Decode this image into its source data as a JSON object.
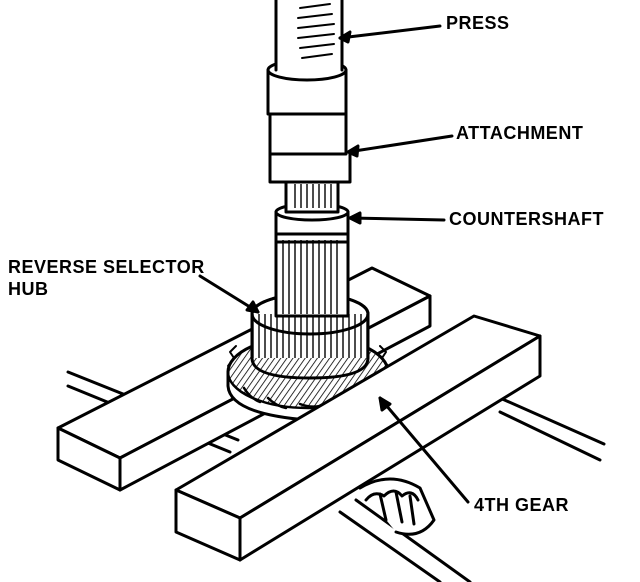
{
  "labels": {
    "press": "PRESS",
    "attachment": "ATTACHMENT",
    "countershaft": "COUNTERSHAFT",
    "reverse_selector_hub_line1": "REVERSE SELECTOR",
    "reverse_selector_hub_line2": "HUB",
    "fourth_gear": "4TH GEAR"
  },
  "colors": {
    "ink": "#000000",
    "paper": "#ffffff"
  }
}
